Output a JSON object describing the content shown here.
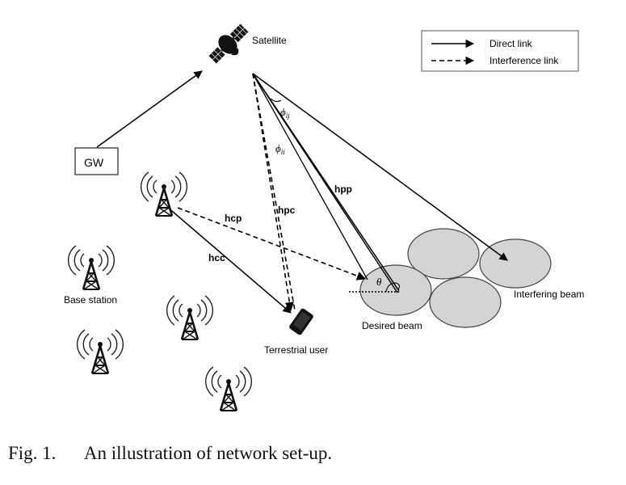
{
  "diagram": {
    "labels": {
      "satellite": "Satellite",
      "gw": "GW",
      "base_station": "Base station",
      "terrestrial_user": "Terrestrial user",
      "desired_beam": "Desired beam",
      "interfering_beam": "Interfering beam"
    },
    "links": {
      "hcc": "hcc",
      "hcp": "hcp",
      "hpc": "hpc",
      "hpp": "hpp"
    },
    "angles": {
      "phi_ij": "ϕ",
      "phi_ij_sub": "ij",
      "phi_ii": "ϕ",
      "phi_ii_sub": "ii",
      "theta": "θ"
    },
    "legend": {
      "direct": "Direct link",
      "interference": "Interference link"
    }
  },
  "caption": {
    "figure": "Fig. 1.",
    "text": "An illustration of network set-up."
  }
}
